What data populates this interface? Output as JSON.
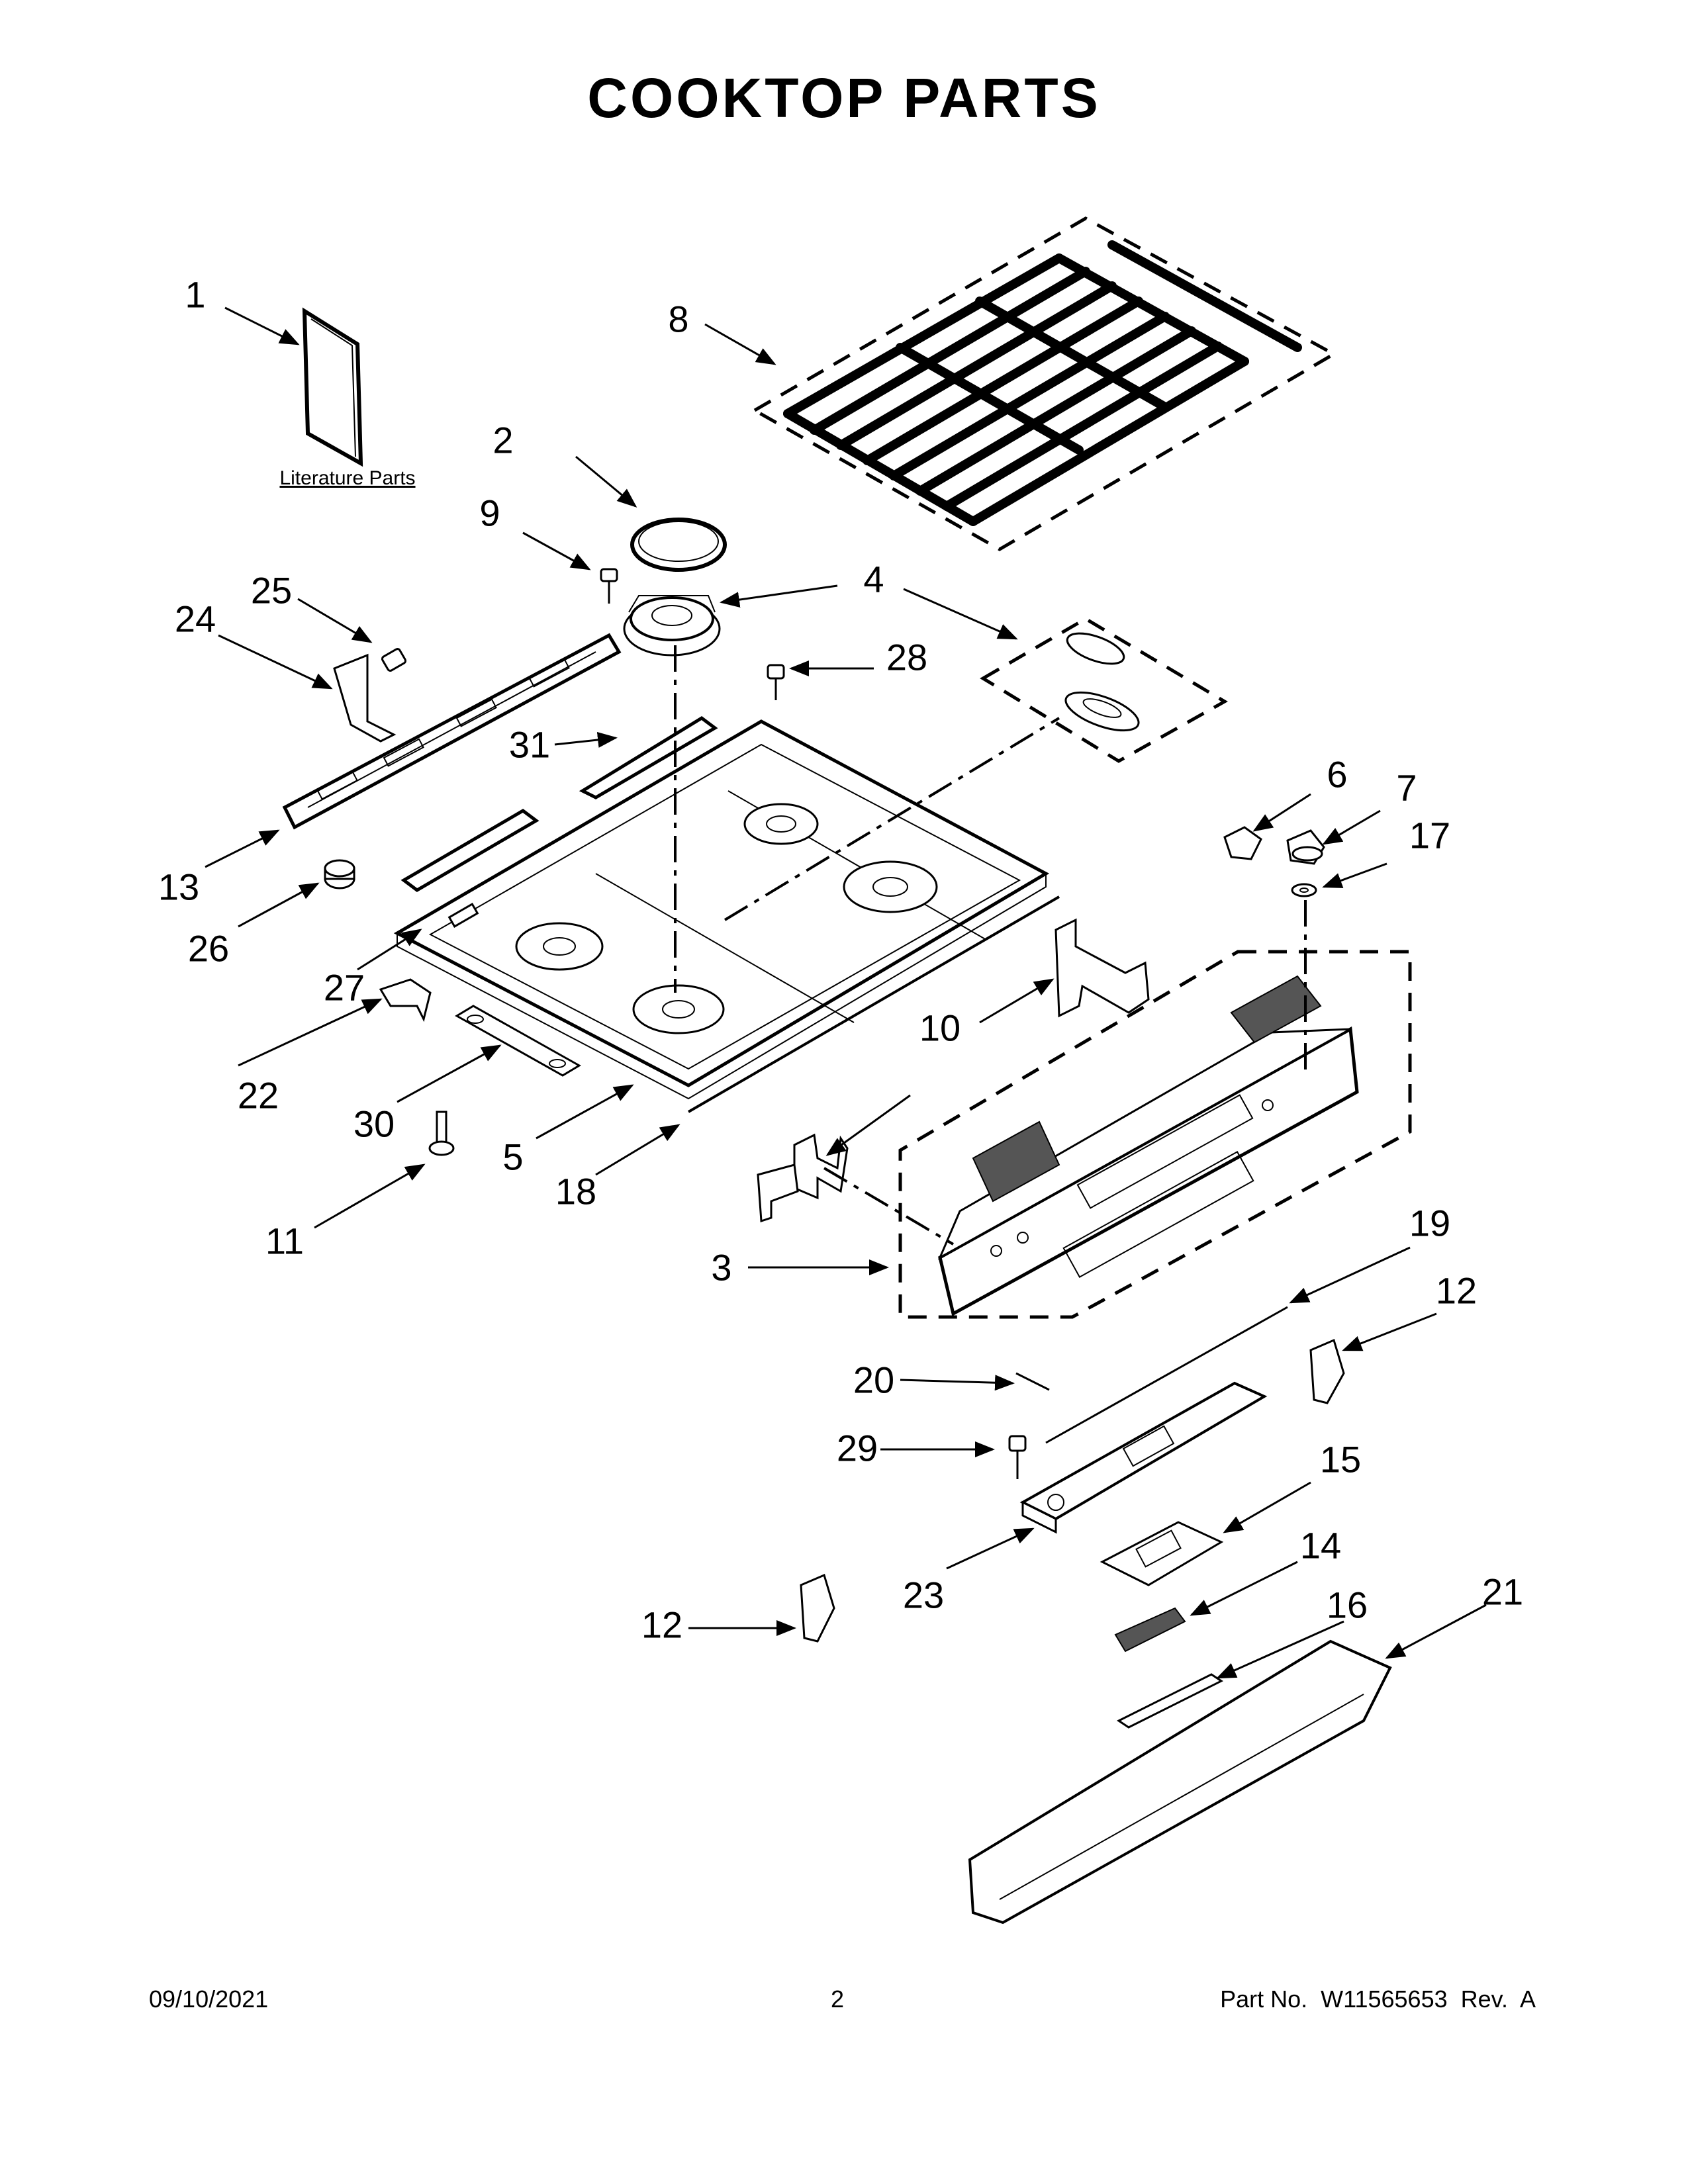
{
  "title": "COOKTOP PARTS",
  "literature_label": "Literature Parts",
  "callouts": {
    "c1": "1",
    "c2": "2",
    "c3": "3",
    "c4": "4",
    "c5": "5",
    "c6": "6",
    "c7": "7",
    "c8": "8",
    "c9": "9",
    "c10a": "10",
    "c11": "11",
    "c12a": "12",
    "c12b": "12",
    "c13": "13",
    "c14": "14",
    "c15": "15",
    "c16": "16",
    "c17": "17",
    "c18": "18",
    "c19": "19",
    "c20": "20",
    "c21": "21",
    "c22": "22",
    "c23": "23",
    "c24": "24",
    "c25": "25",
    "c26": "26",
    "c27": "27",
    "c28": "28",
    "c29": "29",
    "c30": "30",
    "c31": "31"
  },
  "footer": {
    "date": "09/10/2021",
    "page": "2",
    "part_number": "Part No.  W11565653  Rev.  A"
  }
}
